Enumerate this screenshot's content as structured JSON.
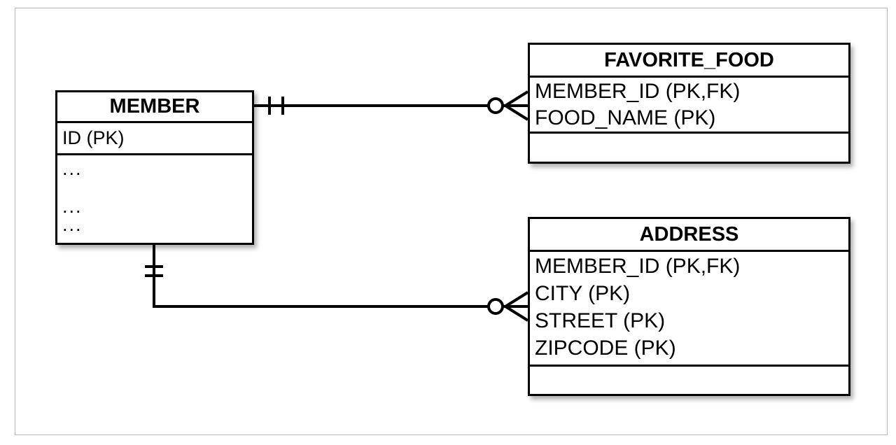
{
  "diagram": {
    "type": "entity-relationship-diagram",
    "notation": "crow's-foot",
    "canvas": {
      "background_color": "#ffffff",
      "border_color": "#b9b9b9"
    },
    "entities": [
      {
        "id": "member",
        "name": "MEMBER",
        "key_attributes": [
          "ID (PK)"
        ],
        "body_attributes": [
          "...",
          "...",
          "..."
        ],
        "has_empty_section": false
      },
      {
        "id": "favorite_food",
        "name": "FAVORITE_FOOD",
        "key_attributes": [
          "MEMBER_ID (PK,FK)",
          "FOOD_NAME (PK)"
        ],
        "body_attributes": [],
        "has_empty_section": true
      },
      {
        "id": "address",
        "name": "ADDRESS",
        "key_attributes": [
          "MEMBER_ID (PK,FK)",
          "CITY (PK)",
          "STREET (PK)",
          "ZIPCODE (PK)"
        ],
        "body_attributes": [],
        "has_empty_section": true
      }
    ],
    "relationships": [
      {
        "id": "member-favorite-food",
        "from": "MEMBER",
        "to": "FAVORITE_FOOD",
        "from_cardinality": "exactly one",
        "to_cardinality": "zero or many"
      },
      {
        "id": "member-address",
        "from": "MEMBER",
        "to": "ADDRESS",
        "from_cardinality": "exactly one",
        "to_cardinality": "zero or many"
      }
    ]
  }
}
